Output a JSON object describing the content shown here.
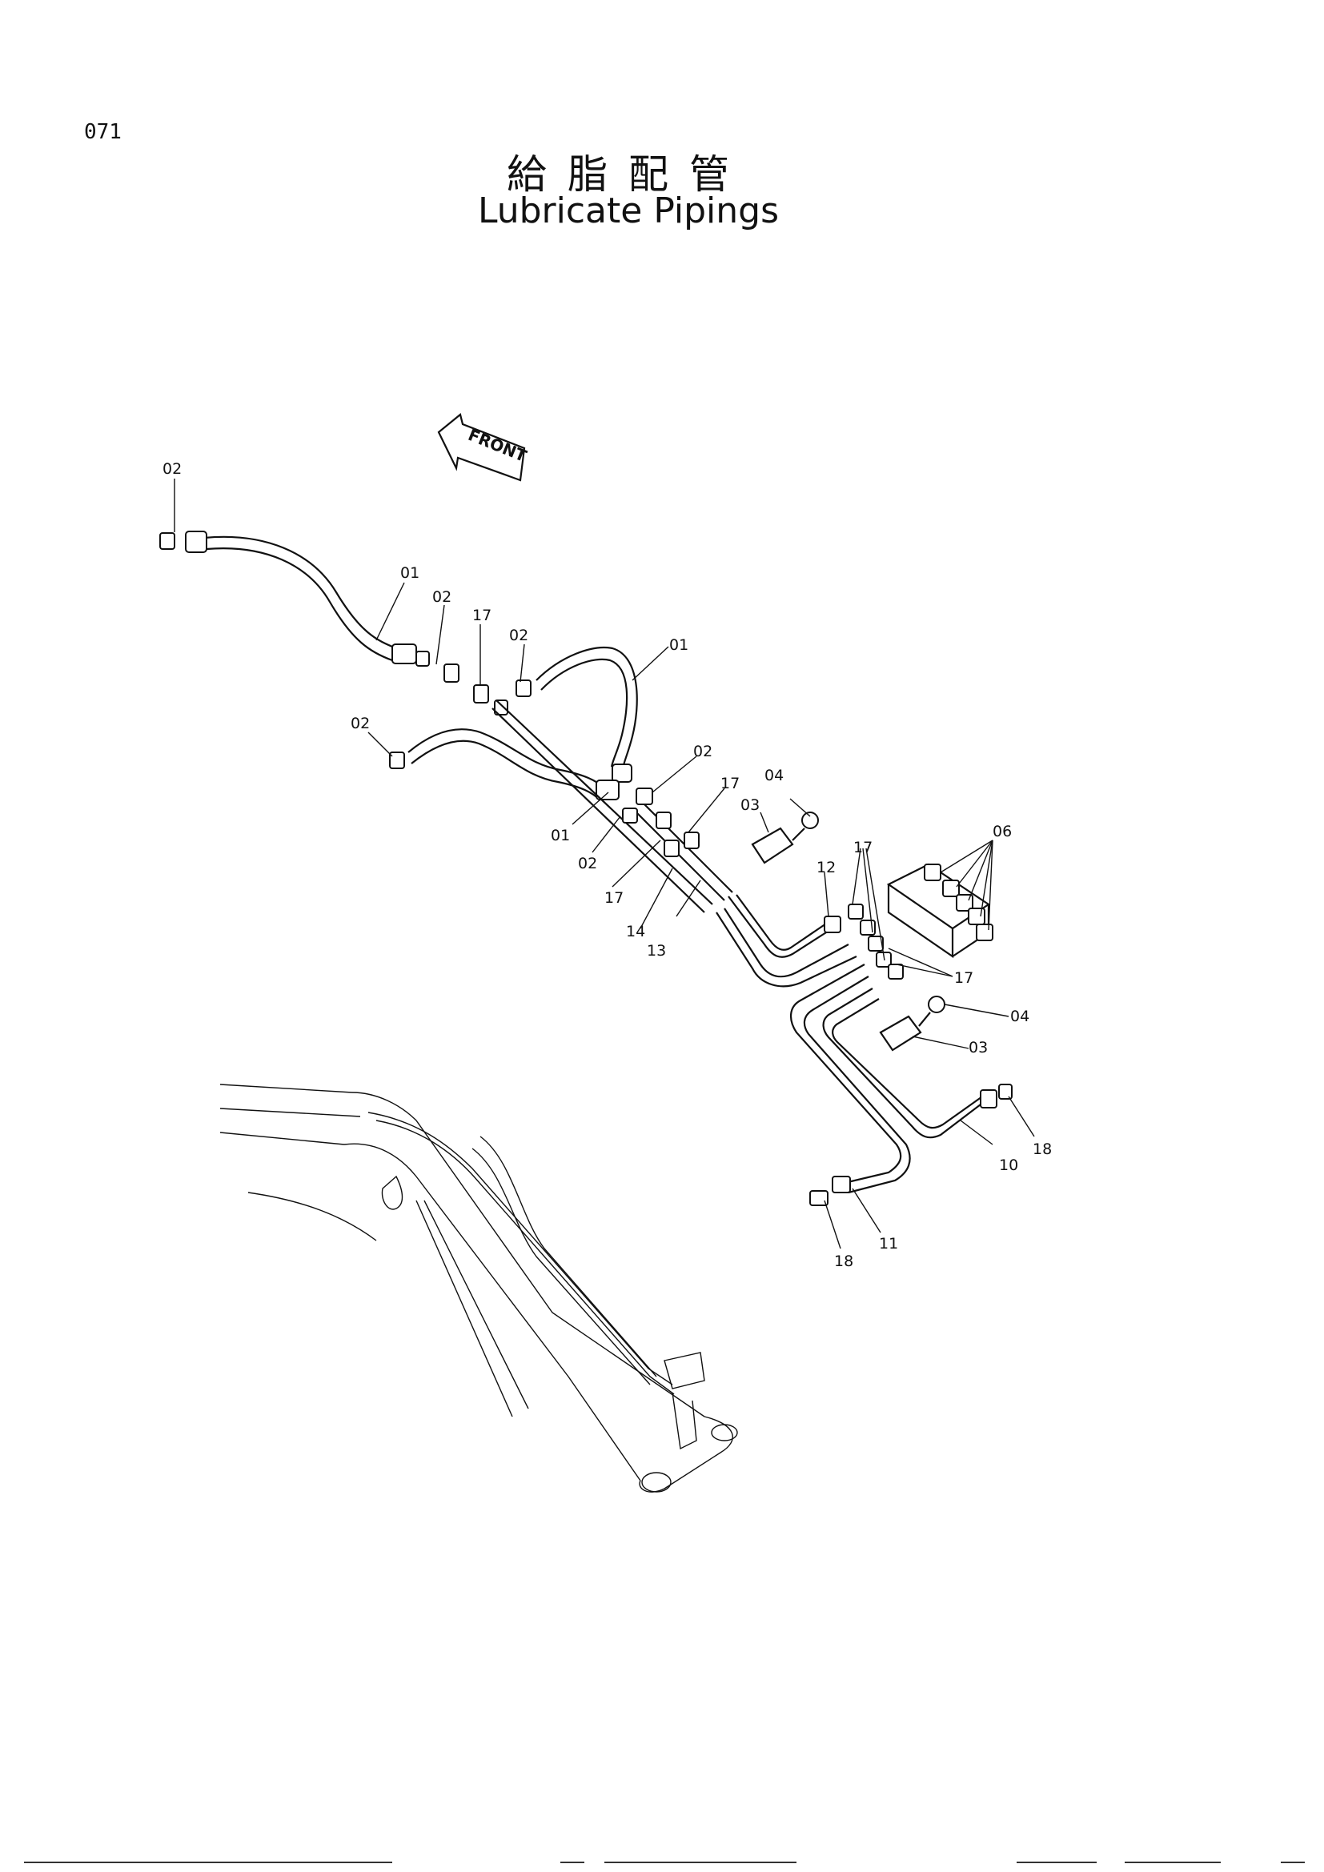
{
  "page_number": "071",
  "title_jp": "給脂配管",
  "title_en": "Lubricate Pipings",
  "front_arrow_label": "FRONT",
  "callouts": [
    {
      "id": "c1",
      "text": "02"
    },
    {
      "id": "c2",
      "text": "01"
    },
    {
      "id": "c3",
      "text": "02"
    },
    {
      "id": "c4",
      "text": "17"
    },
    {
      "id": "c5",
      "text": "02"
    },
    {
      "id": "c6",
      "text": "01"
    },
    {
      "id": "c7",
      "text": "02"
    },
    {
      "id": "c8",
      "text": "02"
    },
    {
      "id": "c9",
      "text": "17"
    },
    {
      "id": "c10",
      "text": "01"
    },
    {
      "id": "c11",
      "text": "02"
    },
    {
      "id": "c12",
      "text": "17"
    },
    {
      "id": "c13",
      "text": "14"
    },
    {
      "id": "c14",
      "text": "13"
    },
    {
      "id": "c15",
      "text": "04"
    },
    {
      "id": "c16",
      "text": "03"
    },
    {
      "id": "c17",
      "text": "12"
    },
    {
      "id": "c18",
      "text": "17"
    },
    {
      "id": "c19",
      "text": "06"
    },
    {
      "id": "c20",
      "text": "17"
    },
    {
      "id": "c21",
      "text": "04"
    },
    {
      "id": "c22",
      "text": "03"
    },
    {
      "id": "c23",
      "text": "18"
    },
    {
      "id": "c24",
      "text": "10"
    },
    {
      "id": "c25",
      "text": "11"
    },
    {
      "id": "c26",
      "text": "18"
    }
  ]
}
